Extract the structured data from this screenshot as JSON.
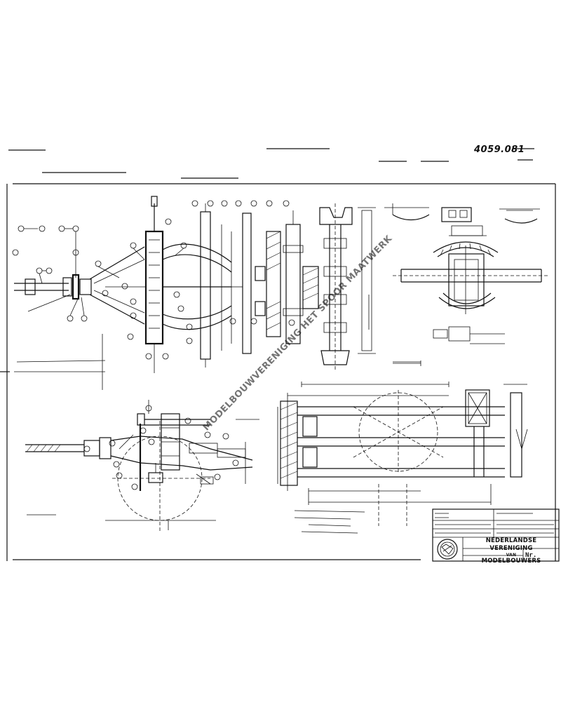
{
  "drawing": {
    "number": "4059.081",
    "watermark": "MODELBOUWVERENIGING HET SPOOR MAATWERK",
    "title_block": {
      "organization_line1": "NEDERLANDSE VERENIGING",
      "organization_line2": "VAN",
      "organization_line3": "MODELBOUWERS",
      "number_label": "Nr."
    }
  },
  "colors": {
    "ink": "#111111",
    "paper": "#ffffff"
  },
  "icons": {
    "seal": "society-seal-icon"
  }
}
